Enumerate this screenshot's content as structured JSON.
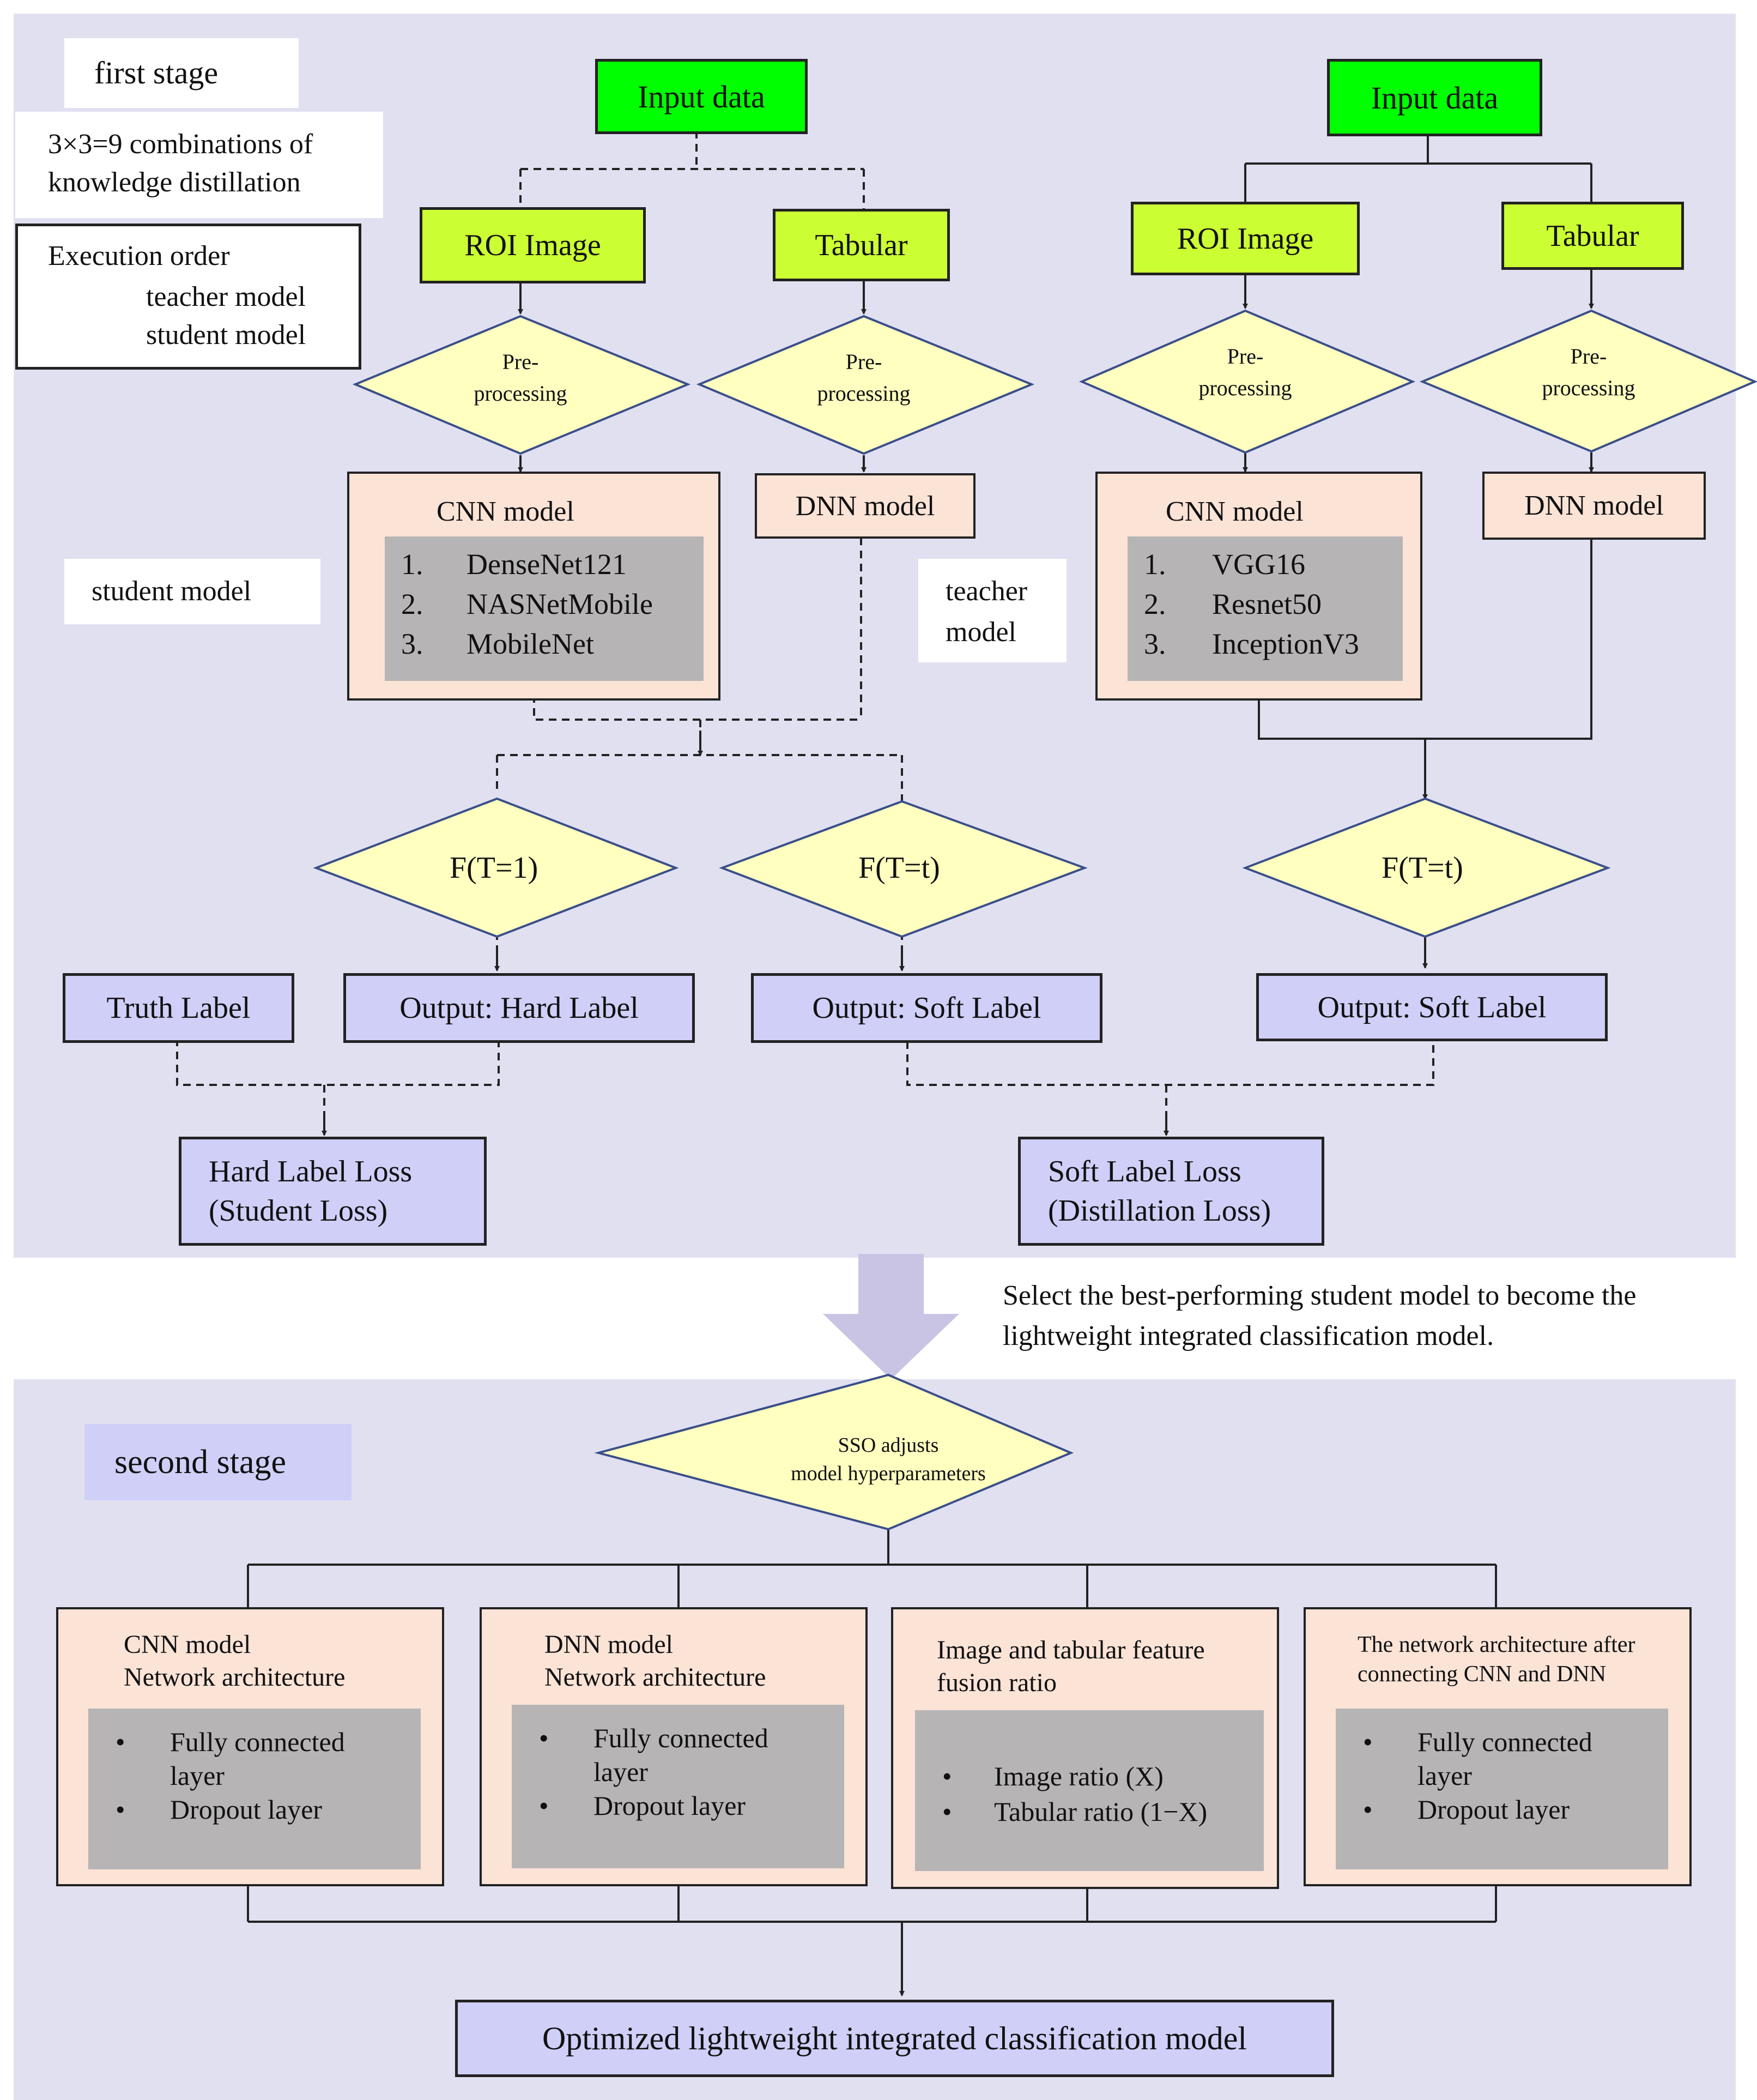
{
  "stage1": {
    "title": "first stage",
    "combinations": [
      "3×3=9 combinations of",
      "knowledge distillation"
    ],
    "legend": {
      "title": "Execution order",
      "teacher": "teacher model",
      "student": "student model"
    },
    "student_label": "student model",
    "teacher_label": [
      "teacher",
      "model"
    ]
  },
  "student_branch": {
    "input": "Input data",
    "roi": "ROI Image",
    "tabular": "Tabular",
    "preproc": [
      "Pre-",
      "processing"
    ],
    "cnn_title": "CNN model",
    "cnn_list": [
      {
        "num": "1.",
        "name": "DenseNet121"
      },
      {
        "num": "2.",
        "name": "NASNetMobile"
      },
      {
        "num": "3.",
        "name": "MobileNet"
      }
    ],
    "dnn": "DNN model",
    "f_t1": "F(T=1)",
    "f_tt": "F(T=t)",
    "truth": "Truth Label",
    "hard": "Output: Hard Label",
    "soft": "Output: Soft Label",
    "hard_loss": [
      "Hard Label Loss",
      "(Student Loss)"
    ]
  },
  "teacher_branch": {
    "input": "Input data",
    "roi": "ROI Image",
    "tabular": "Tabular",
    "preproc": [
      "Pre-",
      "processing"
    ],
    "cnn_title": "CNN model",
    "cnn_list": [
      {
        "num": "1.",
        "name": "VGG16"
      },
      {
        "num": "2.",
        "name": "Resnet50"
      },
      {
        "num": "3.",
        "name": "InceptionV3"
      }
    ],
    "dnn": "DNN model",
    "f_tt": "F(T=t)",
    "soft": "Output: Soft Label",
    "soft_loss": [
      "Soft Label Loss",
      "(Distillation Loss)"
    ]
  },
  "transition": [
    "Select the best-performing student model to become the",
    "lightweight integrated classification model."
  ],
  "stage2": {
    "title": "second stage",
    "sso": [
      "SSO adjusts",
      "model hyperparameters"
    ],
    "boxes": [
      {
        "title": [
          "CNN model",
          "Network architecture"
        ],
        "items": [
          "Fully connected",
          "layer",
          "Dropout layer"
        ]
      },
      {
        "title": [
          "DNN model",
          "Network architecture"
        ],
        "items": [
          "Fully connected",
          "layer",
          "Dropout layer"
        ]
      },
      {
        "title": [
          "Image and tabular feature",
          "fusion ratio"
        ],
        "items": [
          "Image ratio (X)",
          "Tabular ratio (1−X)"
        ]
      },
      {
        "title": [
          "The network architecture after",
          "connecting CNN and DNN"
        ],
        "items": [
          "Fully connected",
          "layer",
          "Dropout layer"
        ]
      }
    ],
    "final": "Optimized lightweight integrated classification model"
  },
  "colors": {
    "panel": "#e1e0f1",
    "input_green": "#00ff00",
    "branch_green": "#ccff33",
    "diamond": "#ffffc0",
    "peach": "#fbe3d6",
    "lavender": "#cfcff8",
    "gray": "#b7b4b6",
    "arrow": "#c9c4e4"
  }
}
